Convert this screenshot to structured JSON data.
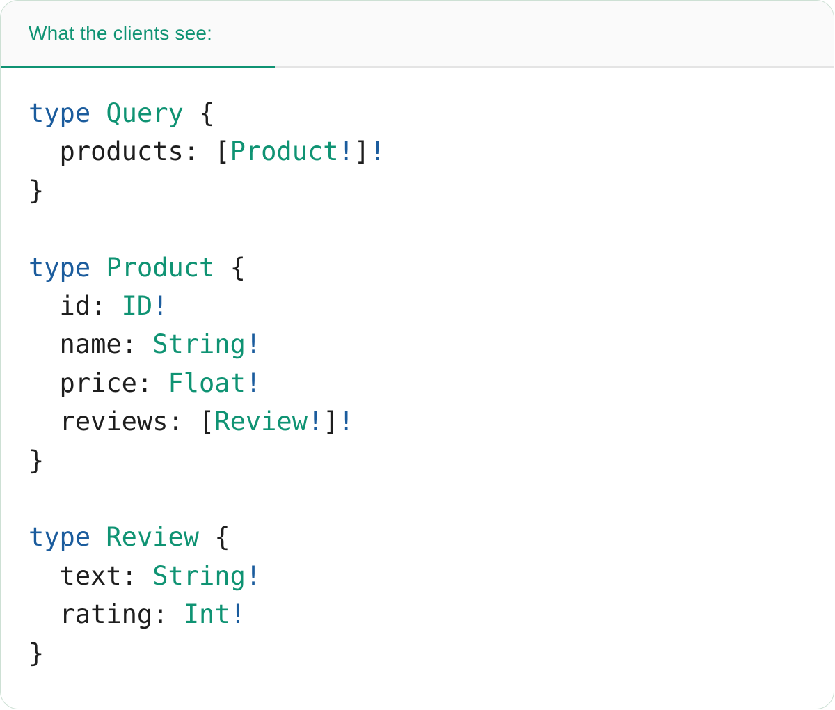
{
  "card": {
    "header": {
      "title": "What the clients see:",
      "accent_color": "#0f9373",
      "divider_color": "#e4e4e4",
      "background": "#fafafa"
    },
    "border_color": "#cde0d4"
  },
  "code": {
    "language": "graphql",
    "colors": {
      "keyword": "#1b5c9d",
      "type": "#0f9373",
      "plain": "#1e1e1e"
    },
    "raw": "type Query {\n  products: [Product!]!\n}\n\ntype Product {\n  id: ID!\n  name: String!\n  price: Float!\n  reviews: [Review!]!\n}\n\ntype Review {\n  text: String!\n  rating: Int!\n}",
    "lines": [
      {
        "tokens": [
          {
            "t": "type",
            "c": "kw"
          },
          {
            "t": " ",
            "c": "plain"
          },
          {
            "t": "Query",
            "c": "type"
          },
          {
            "t": " {",
            "c": "plain"
          }
        ]
      },
      {
        "tokens": [
          {
            "t": "  products: [",
            "c": "plain"
          },
          {
            "t": "Product",
            "c": "type"
          },
          {
            "t": "!",
            "c": "kw"
          },
          {
            "t": "]",
            "c": "plain"
          },
          {
            "t": "!",
            "c": "kw"
          }
        ]
      },
      {
        "tokens": [
          {
            "t": "}",
            "c": "plain"
          }
        ]
      },
      {
        "tokens": []
      },
      {
        "tokens": [
          {
            "t": "type",
            "c": "kw"
          },
          {
            "t": " ",
            "c": "plain"
          },
          {
            "t": "Product",
            "c": "type"
          },
          {
            "t": " {",
            "c": "plain"
          }
        ]
      },
      {
        "tokens": [
          {
            "t": "  id: ",
            "c": "plain"
          },
          {
            "t": "ID",
            "c": "type"
          },
          {
            "t": "!",
            "c": "kw"
          }
        ]
      },
      {
        "tokens": [
          {
            "t": "  name: ",
            "c": "plain"
          },
          {
            "t": "String",
            "c": "type"
          },
          {
            "t": "!",
            "c": "kw"
          }
        ]
      },
      {
        "tokens": [
          {
            "t": "  price: ",
            "c": "plain"
          },
          {
            "t": "Float",
            "c": "type"
          },
          {
            "t": "!",
            "c": "kw"
          }
        ]
      },
      {
        "tokens": [
          {
            "t": "  reviews: [",
            "c": "plain"
          },
          {
            "t": "Review",
            "c": "type"
          },
          {
            "t": "!",
            "c": "kw"
          },
          {
            "t": "]",
            "c": "plain"
          },
          {
            "t": "!",
            "c": "kw"
          }
        ]
      },
      {
        "tokens": [
          {
            "t": "}",
            "c": "plain"
          }
        ]
      },
      {
        "tokens": []
      },
      {
        "tokens": [
          {
            "t": "type",
            "c": "kw"
          },
          {
            "t": " ",
            "c": "plain"
          },
          {
            "t": "Review",
            "c": "type"
          },
          {
            "t": " {",
            "c": "plain"
          }
        ]
      },
      {
        "tokens": [
          {
            "t": "  text: ",
            "c": "plain"
          },
          {
            "t": "String",
            "c": "type"
          },
          {
            "t": "!",
            "c": "kw"
          }
        ]
      },
      {
        "tokens": [
          {
            "t": "  rating: ",
            "c": "plain"
          },
          {
            "t": "Int",
            "c": "type"
          },
          {
            "t": "!",
            "c": "kw"
          }
        ]
      },
      {
        "tokens": [
          {
            "t": "}",
            "c": "plain"
          }
        ]
      }
    ]
  }
}
